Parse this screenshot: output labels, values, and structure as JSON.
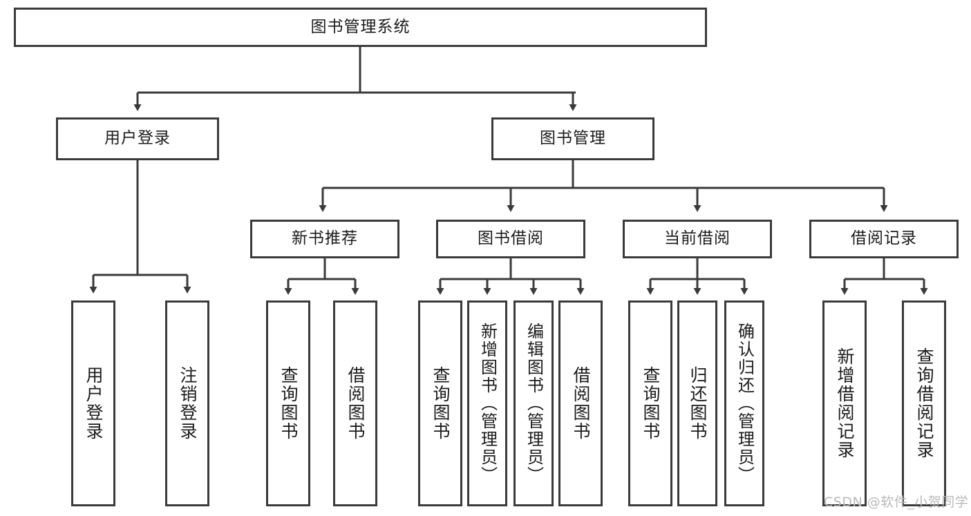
{
  "diagram": {
    "type": "tree-hierarchy-chart",
    "title": "图书管理系统",
    "orientation": "top-down",
    "colors": {
      "stroke": "#3a3a3a",
      "fill": "#ffffff",
      "text": "#1b1b1b",
      "watermark": "#b9b9b9"
    },
    "root": {
      "label": "图书管理系统"
    },
    "level1": [
      {
        "label": "用户登录"
      },
      {
        "label": "图书管理"
      }
    ],
    "level2": [
      {
        "label": "新书推荐"
      },
      {
        "label": "图书借阅"
      },
      {
        "label": "当前借阅"
      },
      {
        "label": "借阅记录"
      }
    ],
    "leaves": {
      "user_login": [
        {
          "label": "用户登录"
        },
        {
          "label": "注销登录"
        }
      ],
      "new_book_recommend": [
        {
          "label": "查询图书"
        },
        {
          "label": "借阅图书"
        }
      ],
      "book_borrow": [
        {
          "label": "查询图书"
        },
        {
          "label": "新增图书（管理员）"
        },
        {
          "label": "编辑图书（管理员）"
        },
        {
          "label": "借阅图书"
        }
      ],
      "current_borrow": [
        {
          "label": "查询图书"
        },
        {
          "label": "归还图书"
        },
        {
          "label": "确认归还（管理员）"
        }
      ],
      "borrow_record": [
        {
          "label": "新增借阅记录"
        },
        {
          "label": "查询借阅记录"
        }
      ]
    }
  },
  "watermark": {
    "text": "CSDN @软件_小贺同学"
  }
}
